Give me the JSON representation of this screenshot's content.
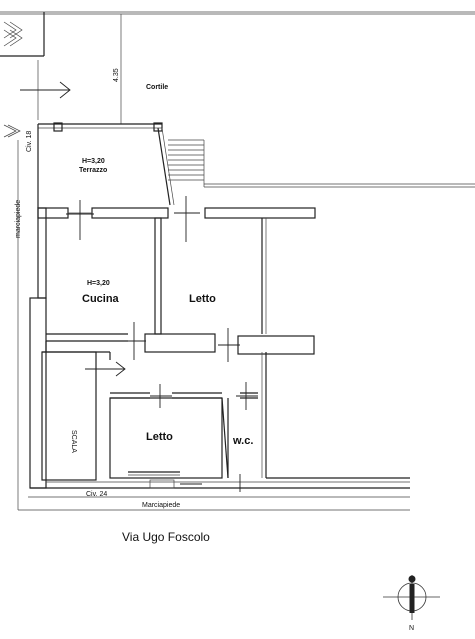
{
  "rooms": {
    "cortile": "Cortile",
    "terrazzo_height": "H=3,20",
    "terrazzo": "Terrazzo",
    "cucina_height": "H=3,20",
    "cucina": "Cucina",
    "letto_upper": "Letto",
    "letto_lower": "Letto",
    "wc": "w.c.",
    "scala": "SCALA"
  },
  "annotations": {
    "dimension": "4.35",
    "civ_18": "Civ. 18",
    "civ_24": "Civ. 24",
    "marciapiede_side": "marciapiede",
    "marciapiede_bottom": "Marciapiede",
    "street": "Via Ugo Foscolo"
  },
  "compass": {
    "north_label": "N",
    "icon": "north-arrow-icon"
  }
}
